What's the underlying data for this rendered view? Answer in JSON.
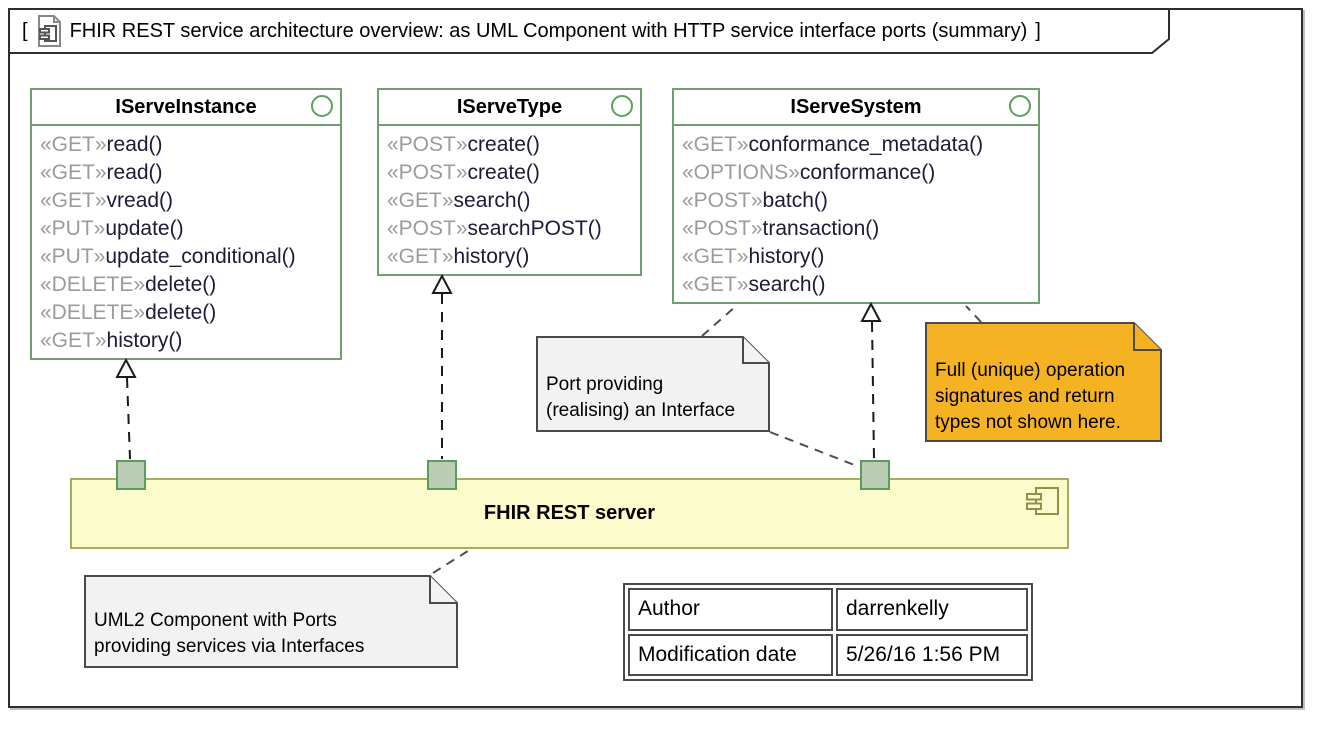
{
  "diagram": {
    "title_open": "[",
    "title": "FHIR REST service architecture overview: as UML Component with HTTP service interface ports (summary)",
    "title_close": "]"
  },
  "interfaces": [
    {
      "name": "IServeInstance",
      "ops": [
        {
          "st": "«GET»",
          "name": "read()"
        },
        {
          "st": "«GET»",
          "name": "read()"
        },
        {
          "st": "«GET»",
          "name": "vread()"
        },
        {
          "st": "«PUT»",
          "name": "update()"
        },
        {
          "st": "«PUT»",
          "name": "update_conditional()"
        },
        {
          "st": "«DELETE»",
          "name": "delete()"
        },
        {
          "st": "«DELETE»",
          "name": "delete()"
        },
        {
          "st": "«GET»",
          "name": "history()"
        }
      ]
    },
    {
      "name": "IServeType",
      "ops": [
        {
          "st": "«POST»",
          "name": "create()"
        },
        {
          "st": "«POST»",
          "name": "create()"
        },
        {
          "st": "«GET»",
          "name": "search()"
        },
        {
          "st": "«POST»",
          "name": "searchPOST()"
        },
        {
          "st": "«GET»",
          "name": "history()"
        }
      ]
    },
    {
      "name": "IServeSystem",
      "ops": [
        {
          "st": "«GET»",
          "name": "conformance_metadata()"
        },
        {
          "st": "«OPTIONS»",
          "name": "conformance()"
        },
        {
          "st": "«POST»",
          "name": "batch()"
        },
        {
          "st": "«POST»",
          "name": "transaction()"
        },
        {
          "st": "«GET»",
          "name": "history()"
        },
        {
          "st": "«GET»",
          "name": "search()"
        }
      ]
    }
  ],
  "component": {
    "label": "FHIR REST server"
  },
  "notes": {
    "port": {
      "lines": [
        "Port providing",
        "(realising) an Interface"
      ]
    },
    "signatures": {
      "lines": [
        "Full (unique) operation",
        "signatures and return",
        "types not shown here."
      ]
    },
    "uml2": {
      "lines": [
        "UML2 Component with Ports",
        "providing services via Interfaces"
      ]
    }
  },
  "info_table": {
    "rows": [
      {
        "label": "Author",
        "value": "darrenkelly"
      },
      {
        "label": "Modification date",
        "value": "5/26/16 1:56 PM"
      }
    ]
  },
  "colors": {
    "interface_border": "#6fa06f",
    "port_fill": "#b9ceb4",
    "port_border": "#5b9e5b",
    "component_fill": "#fbfbcb",
    "component_border": "#abab5e",
    "note_fill": "#f2f2f2",
    "note_orange_fill": "#f5b324",
    "note_border": "#4a4a4a",
    "stereotype_text": "#9b9b9b",
    "operation_text": "#1b1b38"
  }
}
